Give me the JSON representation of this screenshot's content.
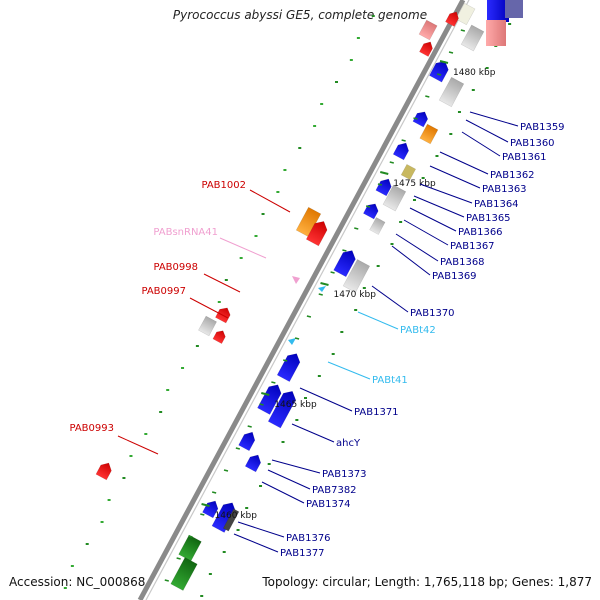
{
  "title": "Pyrococcus abyssi GE5, complete genome",
  "footer": {
    "accession": "Accession: NC_000868",
    "summary": "Topology: circular; Length: 1,765,118 bp; Genes: 1,877"
  },
  "colors": {
    "backbone": "#8a8a8a",
    "forward_gene": "#0000ee",
    "reverse_gene": "#ee0000",
    "rna": "#f0a0d0",
    "trna": "#33bbee",
    "pseudo": "#cccccc",
    "orange": "#ff9900",
    "green": "#228822",
    "label_blue": "#00008b",
    "label_red": "#cc0000"
  },
  "ruler": [
    {
      "label": "1480 kbp"
    },
    {
      "label": "1475 kbp"
    },
    {
      "label": "1470 kbp"
    },
    {
      "label": "1465 kbp"
    },
    {
      "label": "1460 kbp"
    }
  ],
  "labels_right": [
    {
      "text": "PAB1359",
      "kind": "blue"
    },
    {
      "text": "PAB1360",
      "kind": "blue"
    },
    {
      "text": "PAB1361",
      "kind": "blue"
    },
    {
      "text": "PAB1362",
      "kind": "blue"
    },
    {
      "text": "PAB1363",
      "kind": "blue"
    },
    {
      "text": "PAB1364",
      "kind": "blue"
    },
    {
      "text": "PAB1365",
      "kind": "blue"
    },
    {
      "text": "PAB1366",
      "kind": "blue"
    },
    {
      "text": "PAB1367",
      "kind": "blue"
    },
    {
      "text": "PAB1368",
      "kind": "blue"
    },
    {
      "text": "PAB1369",
      "kind": "blue"
    },
    {
      "text": "PAB1370",
      "kind": "blue"
    },
    {
      "text": "PABt42",
      "kind": "cyan"
    },
    {
      "text": "PABt41",
      "kind": "cyan"
    },
    {
      "text": "PAB1371",
      "kind": "blue"
    },
    {
      "text": "ahcY",
      "kind": "blue"
    },
    {
      "text": "PAB1373",
      "kind": "blue"
    },
    {
      "text": "PAB7382",
      "kind": "blue"
    },
    {
      "text": "PAB1374",
      "kind": "blue"
    },
    {
      "text": "PAB1376",
      "kind": "blue"
    },
    {
      "text": "PAB1377",
      "kind": "blue"
    }
  ],
  "labels_left": [
    {
      "text": "PAB1002",
      "kind": "red"
    },
    {
      "text": "PABsnRNA41",
      "kind": "pink"
    },
    {
      "text": "PAB0998",
      "kind": "red"
    },
    {
      "text": "PAB0997",
      "kind": "red"
    },
    {
      "text": "PAB0993",
      "kind": "red"
    }
  ]
}
